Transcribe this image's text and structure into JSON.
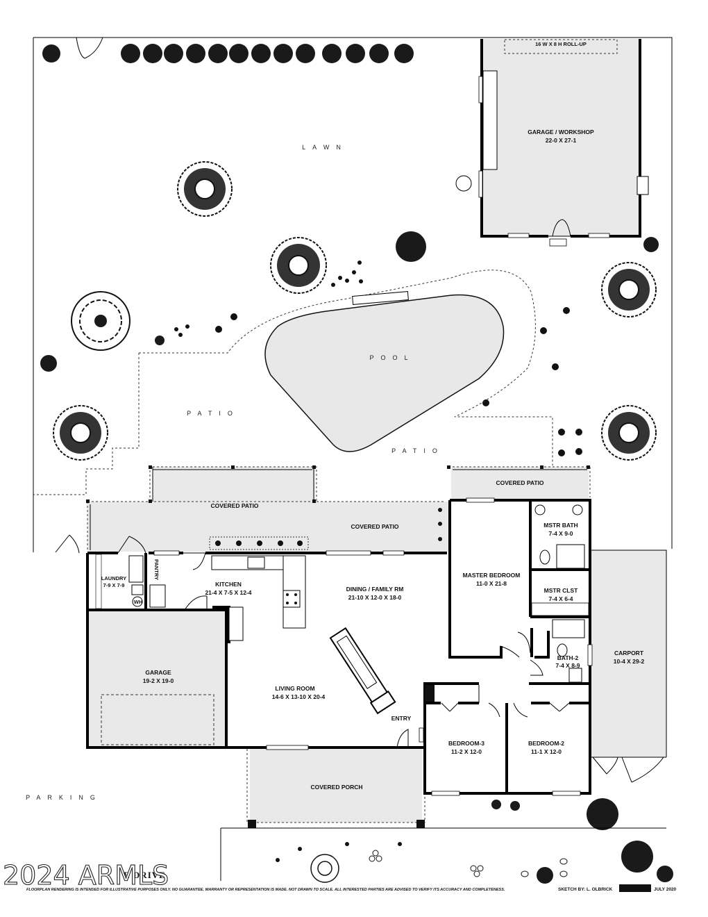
{
  "rooms": {
    "garage_workshop": {
      "name": "GARAGE / WORKSHOP",
      "dims": "22-0  X  27-1"
    },
    "rollup_door": "16 W X 8 H  ROLL-UP",
    "lawn": "LAWN",
    "pool": "POOL",
    "patio_left": "PATIO",
    "patio_right": "PATIO",
    "covered_patio_1": "COVERED PATIO",
    "covered_patio_2": "COVERED PATIO",
    "covered_patio_3": "COVERED PATIO",
    "mstr_bath": {
      "name": "MSTR BATH",
      "dims": "7-4 X 9-0"
    },
    "master_bedroom": {
      "name": "MASTER BEDROOM",
      "dims": "11-0  X  21-8"
    },
    "mstr_clst": {
      "name": "MSTR CLST",
      "dims": "7-4 X 6-4"
    },
    "laundry": {
      "name": "LAUNDRY",
      "dims": "7-9 X 7-9"
    },
    "pantry": "PANTRY",
    "kitchen": {
      "name": "KITCHEN",
      "dims": "21-4 X 7-5 X 12-4"
    },
    "dining": {
      "name": "DINING / FAMILY RM",
      "dims": "21-10 X 12-0 X 18-0"
    },
    "bath2": {
      "name": "BATH-2",
      "dims": "7-4 X 8-9"
    },
    "carport": {
      "name": "CARPORT",
      "dims": "10-4 X 29-2"
    },
    "garage": {
      "name": "GARAGE",
      "dims": "19-2 X 19-0"
    },
    "living": {
      "name": "LIVING ROOM",
      "dims": "14-6  X 13-10 X 20-4"
    },
    "entry": "ENTRY",
    "bedroom3": {
      "name": "BEDROOM-3",
      "dims": "11-2  X  12-0"
    },
    "bedroom2": {
      "name": "BEDROOM-2",
      "dims": "11-1  X  12-0"
    },
    "covered_porch": "COVERED PORCH",
    "parking": "PARKING",
    "wh": "WH"
  },
  "footer": {
    "watermark": "2024 ARMLS",
    "address_fragment": "E  DRIVE",
    "disclaimer": "FLOORPLAN RENDERING IS INTENDED FOR ILLUSTRATIVE PURPOSES ONLY.  NO GUARANTEE, WARRANTY OR REPRESENTATION IS MADE.  NOT DRAWN TO SCALE.  ALL INTERESTED PARTIES ARE ADVISED TO VERIFY ITS ACCURACY AND COMPLETENESS.",
    "sketch_by": "SKETCH BY:    L. OLBRICK",
    "date": "JULY 2020"
  }
}
